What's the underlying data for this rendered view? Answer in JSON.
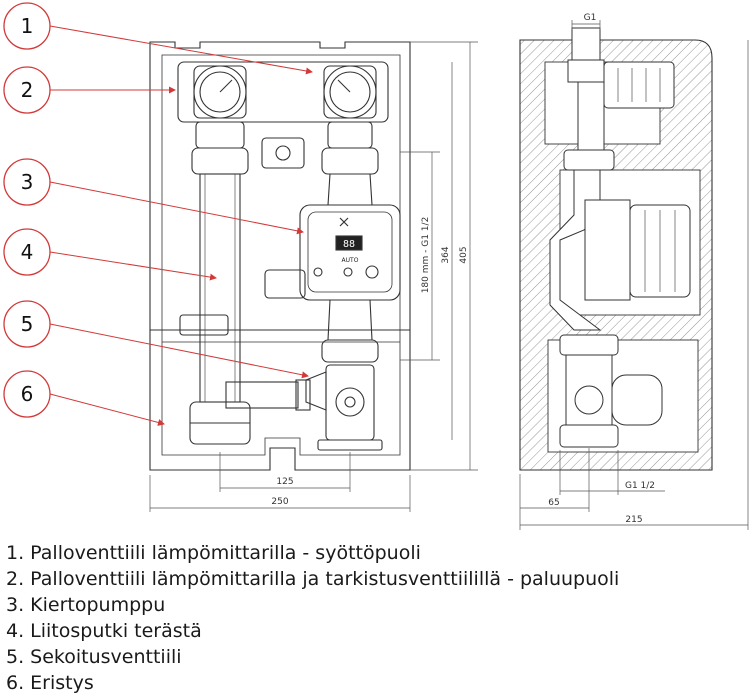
{
  "callouts": [
    "1",
    "2",
    "3",
    "4",
    "5",
    "6"
  ],
  "dimensions": {
    "front_width_inner": "125",
    "front_width_outer": "250",
    "pump_height": "180 mm - G1 1/2",
    "inner_height": "364",
    "outer_height": "405",
    "side_top_thread": "G1",
    "side_bottom_thread": "G1 1/2",
    "side_offset": "65",
    "side_depth": "215"
  },
  "pump_display": {
    "digits": "88",
    "mode": "AUTO"
  },
  "legend": [
    "1. Palloventtiili lämpömittarilla - syöttöpuoli",
    "2. Palloventtiili lämpömittarilla ja tarkistusventtiilillä - paluupuoli",
    "3. Kiertopumppu",
    "4. Liitosputki terästä",
    "5. Sekoitusventtiili",
    "6. Eristys"
  ],
  "colors": {
    "callout_line": "#d23a3a",
    "outline": "#333333",
    "dimension": "#555555",
    "hatch": "#8a8a8a"
  }
}
